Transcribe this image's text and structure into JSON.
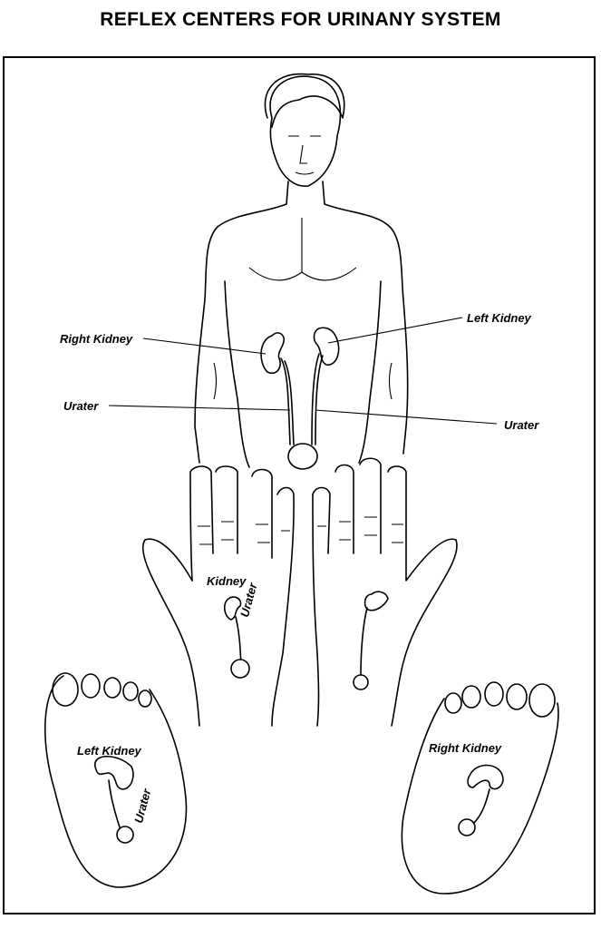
{
  "title": "REFLEX CENTERS FOR URINANY SYSTEM",
  "body_labels": {
    "right_kidney": "Right Kidney",
    "left_kidney": "Left Kidney",
    "urater_left": "Urater",
    "urater_right": "Urater"
  },
  "hand_labels": {
    "kidney": "Kidney",
    "urater": "Urater"
  },
  "foot_labels": {
    "left_kidney": "Left Kidney",
    "left_urater": "Urater",
    "right_kidney": "Right Kidney"
  }
}
